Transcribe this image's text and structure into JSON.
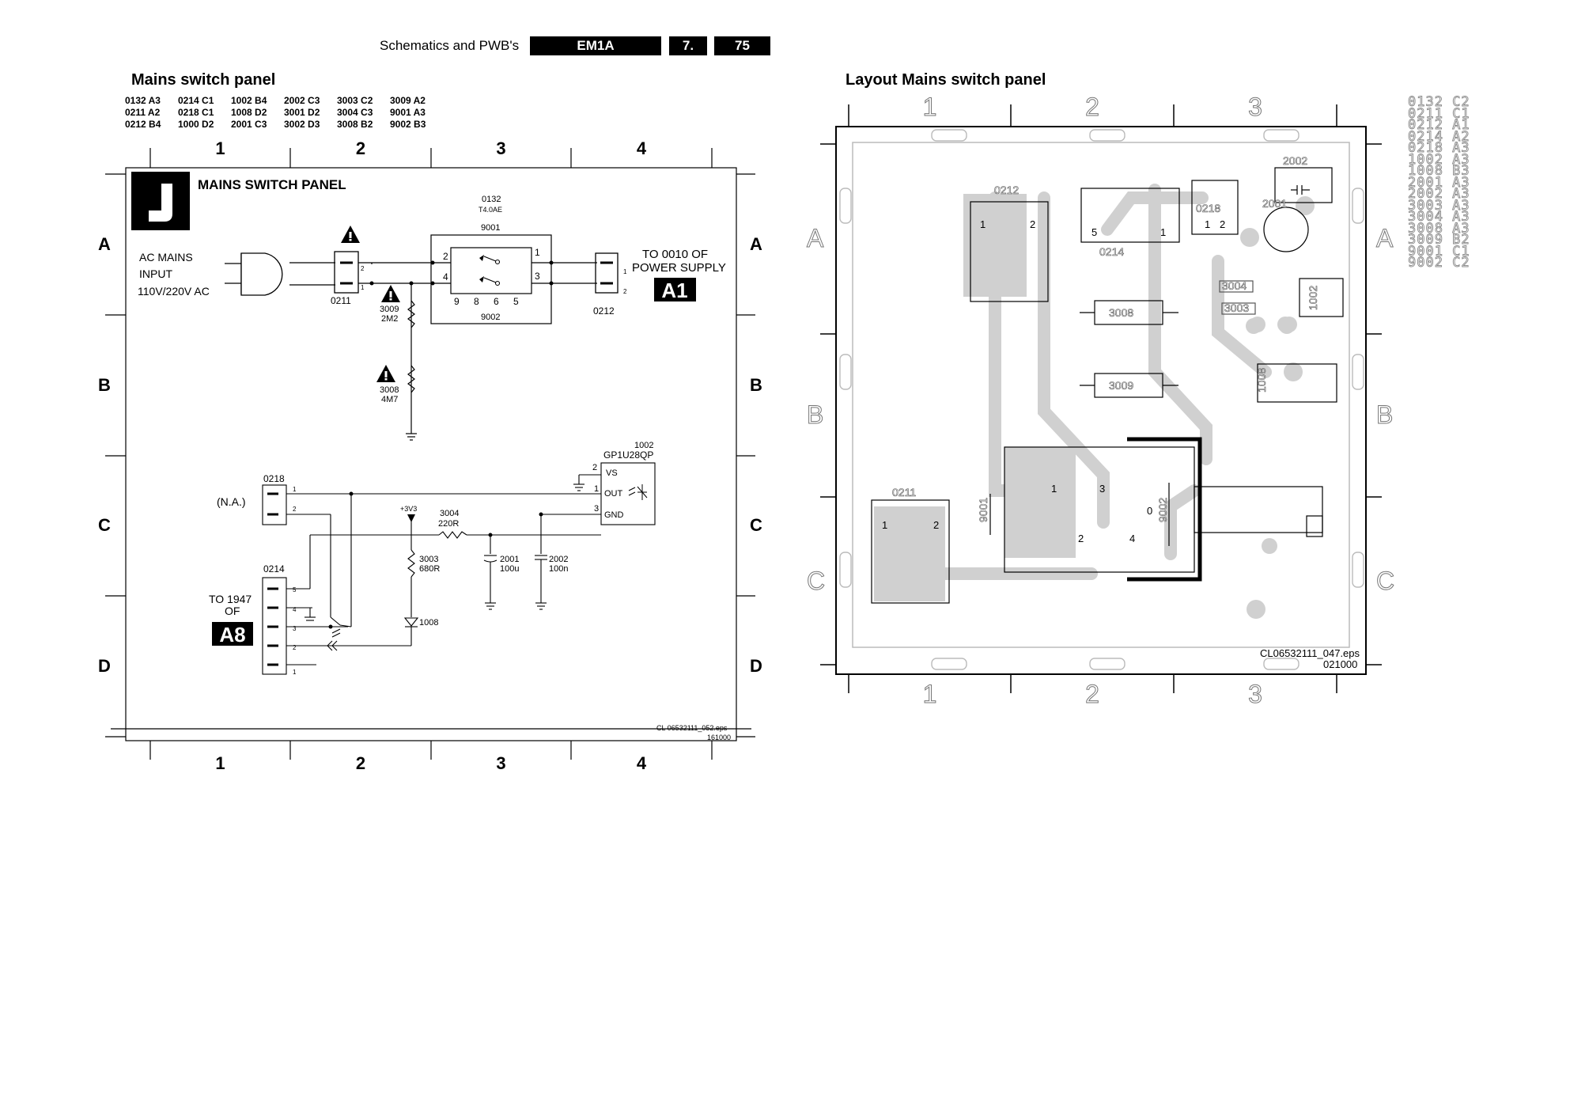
{
  "header": {
    "section": "Schematics and PWB's",
    "model": "EM1A",
    "chapter": "7.",
    "page": "75"
  },
  "schematic": {
    "title": "Mains switch panel",
    "panel_title": "MAINS SWITCH PANEL",
    "panel_letter": "J",
    "index": [
      [
        "0132 A3",
        "0214 C1",
        "1002 B4",
        "2002 C3",
        "3003 C2",
        "3009 A2"
      ],
      [
        "0211 A2",
        "0218 C1",
        "1008 D2",
        "3001 D2",
        "3004 C3",
        "9001 A3"
      ],
      [
        "0212 B4",
        "1000 D2",
        "2001 C3",
        "3002 D3",
        "3008 B2",
        "9002 B3"
      ]
    ],
    "cols": [
      "1",
      "2",
      "3",
      "4"
    ],
    "rows": [
      "A",
      "B",
      "C",
      "D"
    ],
    "labels": {
      "ac_mains": "AC MAINS",
      "input": "INPUT",
      "voltage": "110V/220V AC",
      "to_0010": "TO 0010 OF",
      "power_supply": "POWER SUPPLY",
      "a1": "A1",
      "to_1947": "TO 1947",
      "of": "OF",
      "a8": "A8",
      "na": "(N.A.)",
      "fuse_ref": "0132",
      "fuse_val": "T4.0AE",
      "sw1": "9001",
      "sw2": "9002",
      "c0211": "0211",
      "c0212": "0212",
      "c0218": "0218",
      "c0214": "0214",
      "r3009": "3009",
      "r3009v": "2M2",
      "r3008": "3008",
      "r3008v": "4M7",
      "u1002": "1002",
      "u1002t": "GP1U28QP",
      "vs": "VS",
      "out": "OUT",
      "gnd": "GND",
      "v3v3": "+3V3",
      "r3004": "3004",
      "r3004v": "220R",
      "r3003": "3003",
      "r3003v": "680R",
      "c2001": "2001",
      "c2001v": "100u",
      "c2002": "2002",
      "c2002v": "100n",
      "d1008": "1008",
      "sw_pins": [
        "9",
        "8",
        "6",
        "5"
      ],
      "file": "CL 06532111_052.eps",
      "date": "161000"
    }
  },
  "layout": {
    "title": "Layout Mains switch panel",
    "cols": [
      "1",
      "2",
      "3"
    ],
    "rows": [
      "A",
      "B",
      "C"
    ],
    "parts": [
      "0212",
      "0214",
      "0218",
      "2002",
      "2001",
      "3004",
      "3003",
      "3008",
      "3009",
      "1002",
      "1008",
      "0211",
      "9001",
      "9002"
    ],
    "file": "CL06532111_047.eps",
    "date": "021000",
    "index": [
      "0132 C2",
      "0211 C1",
      "0212 A1",
      "0214 A2",
      "0218 A3",
      "1002 A3",
      "1008 B3",
      "2001 A3",
      "2002 A3",
      "3003 A3",
      "3004 A3",
      "3008 A3",
      "3009 B2",
      "9001 C1",
      "9002 C2"
    ]
  }
}
